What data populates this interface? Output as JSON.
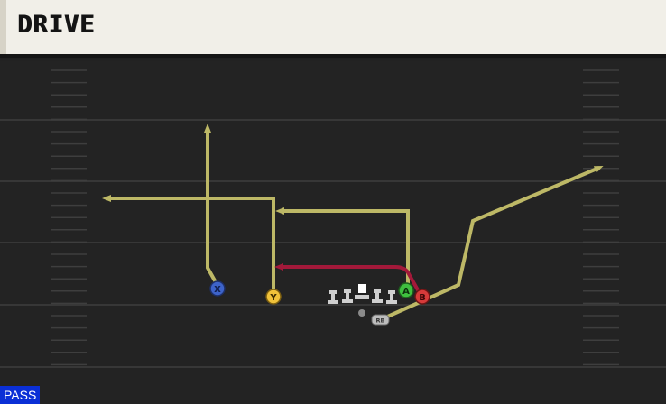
{
  "play": {
    "title": "DRIVE",
    "play_type": "PASS"
  },
  "players": {
    "x": {
      "label": "X",
      "color": "#3d63c9"
    },
    "y": {
      "label": "Y",
      "color": "#f0c23a"
    },
    "a": {
      "label": "A",
      "color": "#3fbf3f"
    },
    "b": {
      "label": "B",
      "color": "#d63a3a"
    },
    "rb": {
      "label": "RB"
    }
  },
  "colors": {
    "route": "#bdb866",
    "primary_route": "#a3193a",
    "field": "#232323",
    "yard_line": "#373737",
    "hash_mark": "#3e3e3e",
    "title_bar": "#f1efe8"
  },
  "icons": {
    "lineman": "lineman-icon",
    "center": "center-icon",
    "quarterback": "qb-dot-icon",
    "route_arrow": "arrowhead-icon"
  }
}
